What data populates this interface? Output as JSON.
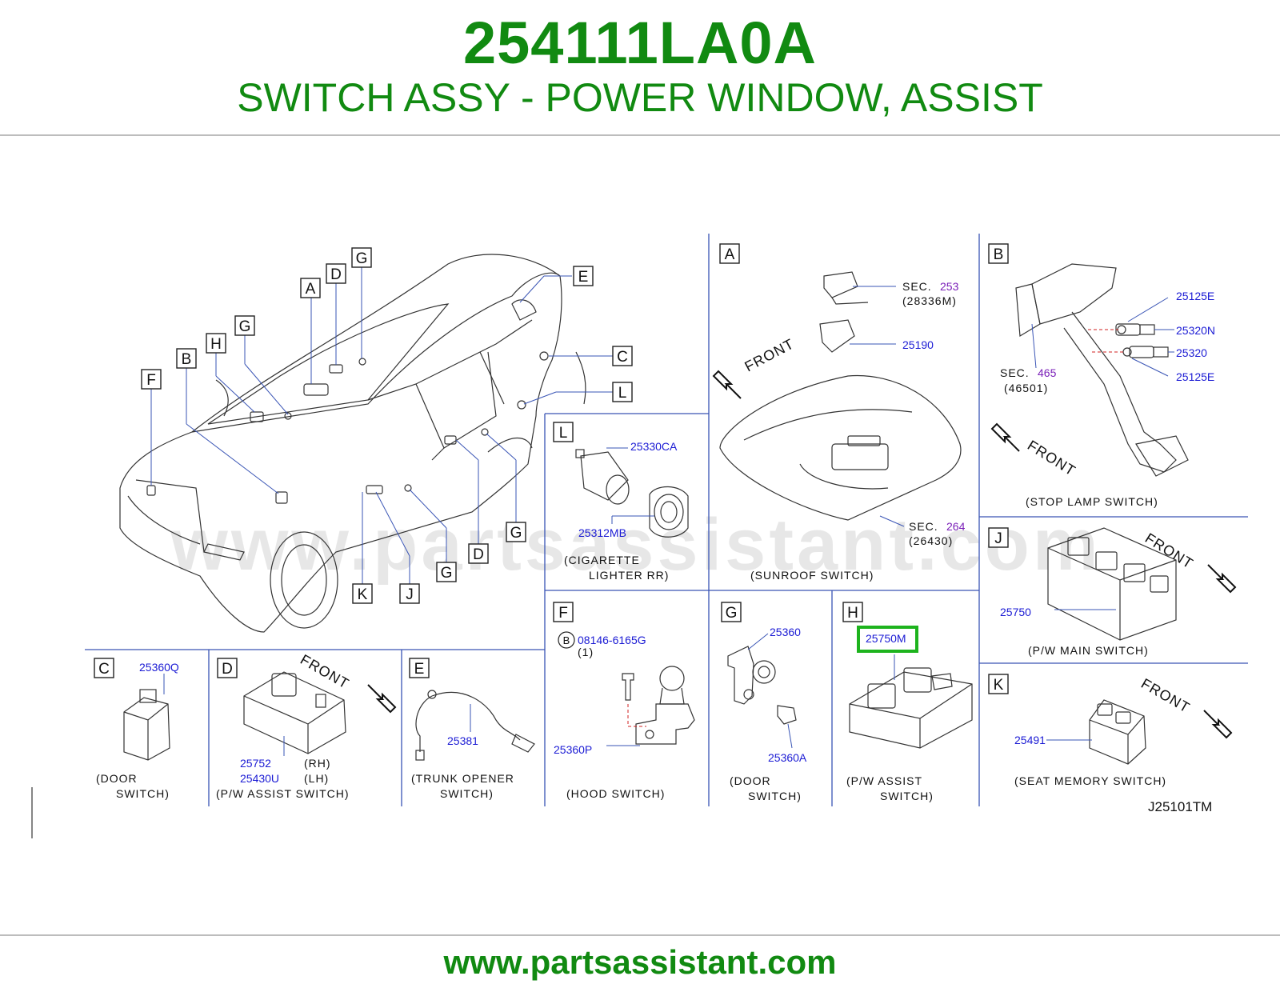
{
  "header": {
    "part_number": "254111LA0A",
    "part_name": "SWITCH ASSY - POWER WINDOW, ASSIST"
  },
  "footer": {
    "website": "www.partsassistant.com"
  },
  "diagram": {
    "watermark": "www.partsassistant.com",
    "drawing_code": "J25101TM",
    "highlight_color": "#1db31d",
    "overview_callouts": [
      "A",
      "B",
      "C",
      "D",
      "E",
      "F",
      "G",
      "H",
      "K",
      "J",
      "L"
    ],
    "front_label": "FRONT",
    "panels": {
      "A": {
        "letter": "A",
        "sec1_prefix": "SEC.",
        "sec1_num": "253",
        "sec1_ref": "(28336M)",
        "part_25190": "25190",
        "sec2_prefix": "SEC.",
        "sec2_num": "264",
        "sec2_ref": "(26430)",
        "caption": "(SUNROOF   SWITCH)"
      },
      "B": {
        "letter": "B",
        "parts": [
          "25125E",
          "25320N",
          "25320",
          "25125E"
        ],
        "sec_prefix": "SEC.",
        "sec_num": "465",
        "sec_ref": "(46501)",
        "caption": "(STOP   LAMP   SWITCH)"
      },
      "L": {
        "letter": "L",
        "parts": [
          "25330CA",
          "25312MB"
        ],
        "caption_1": "(CIGARETTE",
        "caption_2": "LIGHTER   RR)"
      },
      "J": {
        "letter": "J",
        "part": "25750",
        "caption": "(P/W   MAIN   SWITCH)"
      },
      "C": {
        "letter": "C",
        "part": "25360Q",
        "caption_1": "(DOOR",
        "caption_2": "SWITCH)"
      },
      "D": {
        "letter": "D",
        "part_rh": "25752",
        "part_lh": "25430U",
        "rh": "(RH)",
        "lh": "(LH)",
        "caption": "(P/W   ASSIST   SWITCH)"
      },
      "E": {
        "letter": "E",
        "part": "25381",
        "caption_1": "(TRUNK   OPENER",
        "caption_2": "SWITCH)"
      },
      "F": {
        "letter": "F",
        "bolt_tag": "B",
        "bolt_part": "08146-6165G",
        "bolt_qty": "(1)",
        "part": "25360P",
        "caption": "(HOOD   SWITCH)"
      },
      "G": {
        "letter": "G",
        "parts": [
          "25360",
          "25360A"
        ],
        "caption_1": "(DOOR",
        "caption_2": "SWITCH)"
      },
      "H": {
        "letter": "H",
        "part": "25750M",
        "caption_1": "(P/W   ASSIST",
        "caption_2": "SWITCH)"
      },
      "K": {
        "letter": "K",
        "part": "25491",
        "caption": "(SEAT   MEMORY   SWITCH)"
      }
    }
  }
}
